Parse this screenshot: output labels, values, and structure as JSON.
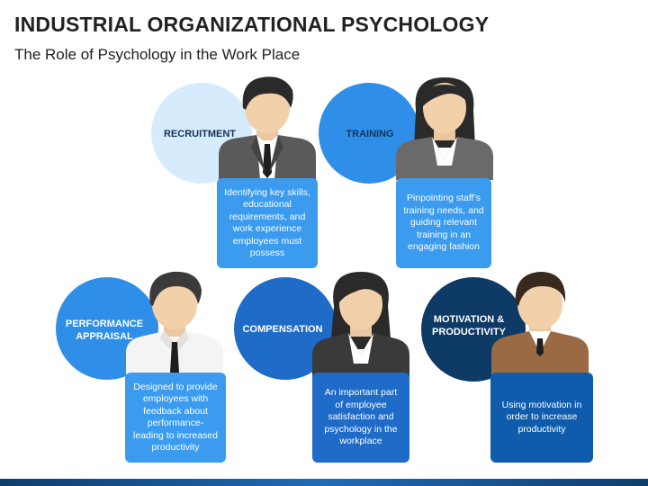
{
  "title": "INDUSTRIAL ORGANIZATIONAL PSYCHOLOGY",
  "subtitle": "The Role of Psychology in the Work Place",
  "colors": {
    "light_blue": "#d6ebfb",
    "medium_blue": "#2f8fe8",
    "box_light": "#3a9bef",
    "box_dark": "#0f5cad",
    "navy": "#0e3a66",
    "text_dark": "#12345a"
  },
  "roles": [
    {
      "label": "RECRUITMENT",
      "description": "Identifying key skills, educational requirements, and work experience employees must possess"
    },
    {
      "label": "TRAINING",
      "description": "Pinpointing staff’s training needs, and guiding relevant training in an engaging fashion"
    },
    {
      "label": "PERFORMANCE APPRAISAL",
      "description": "Designed to provide employees with feedback about performance-leading to increased productivity"
    },
    {
      "label": "COMPENSATION",
      "description": "An important part of employee satisfaction and psychology in the workplace"
    },
    {
      "label": "MOTIVATION & PRODUCTIVITY",
      "description": "Using motivation in order to increase productivity"
    }
  ]
}
